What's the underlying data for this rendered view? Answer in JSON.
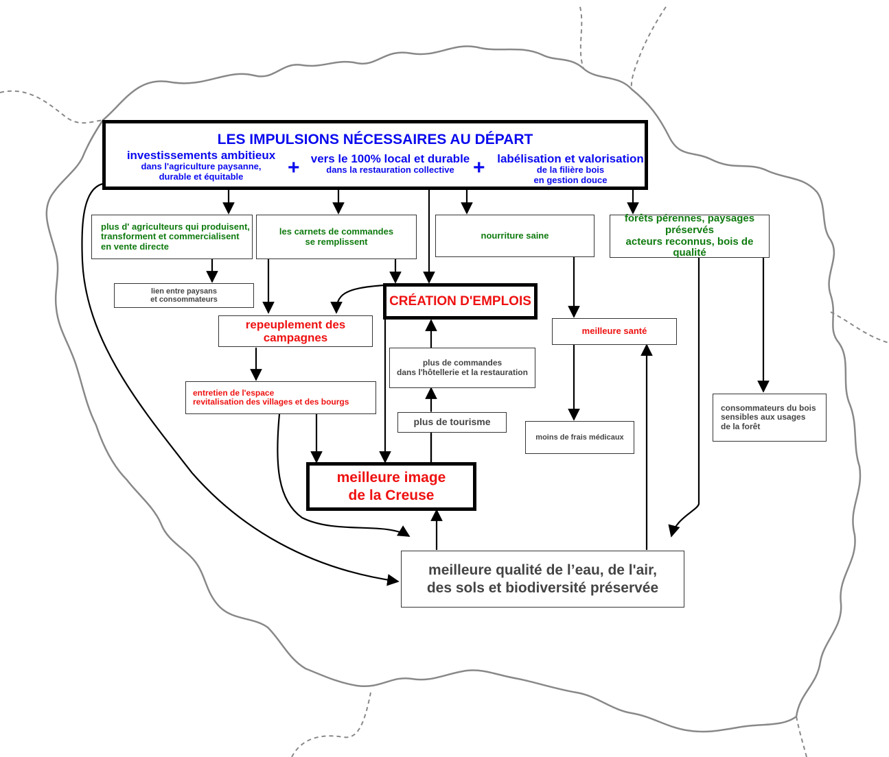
{
  "header": {
    "title": "LES IMPULSIONS NÉCESSAIRES AU DÉPART",
    "col1_main": "investissements ambitieux",
    "col1_sub1": "dans l'agriculture paysanne,",
    "col1_sub2": "durable et équitable",
    "plus1": "+",
    "col2_main": "vers le 100% local et durable",
    "col2_sub": "dans la restauration collective",
    "plus2": "+",
    "col3_main": "labélisation et valorisation",
    "col3_sub1": "de la filière bois",
    "col3_sub2": "en gestion douce"
  },
  "nodes": {
    "agriculteurs": [
      "plus d' agriculteurs qui produisent,",
      "transforment et commercialisent",
      "en vente directe"
    ],
    "carnets": [
      "les carnets de commandes",
      "se remplissent"
    ],
    "nourriture": [
      "nourriture saine"
    ],
    "forets": [
      "forêts pérennes, paysages préservés",
      "acteurs reconnus, bois de qualité"
    ],
    "lien": [
      "lien entre paysans",
      "et consommateurs"
    ],
    "emplois": [
      "CRÉATION D'EMPLOIS"
    ],
    "repeuplement": [
      "repeuplement des campagnes"
    ],
    "sante": [
      "meilleure santé"
    ],
    "commandes": [
      "plus de commandes",
      "dans l'hôtellerie et la restauration"
    ],
    "entretien": [
      "entretien de l'espace",
      "revitalisation des villages et des bourgs"
    ],
    "tourisme": [
      "plus de tourisme"
    ],
    "frais": [
      "moins de frais médicaux"
    ],
    "consommateurs": [
      "consommateurs du bois",
      "sensibles aux usages",
      "de la forêt"
    ],
    "image": [
      "meilleure image",
      "de la Creuse"
    ],
    "qualite": [
      "meilleure qualité de l’eau, de l'air,",
      "des sols et biodiversité préservée"
    ]
  },
  "colors": {
    "blue": "#0a0aee",
    "green": "#0f7a0f",
    "red": "#ee1111",
    "grey": "#444444",
    "map_border": "#888888"
  }
}
